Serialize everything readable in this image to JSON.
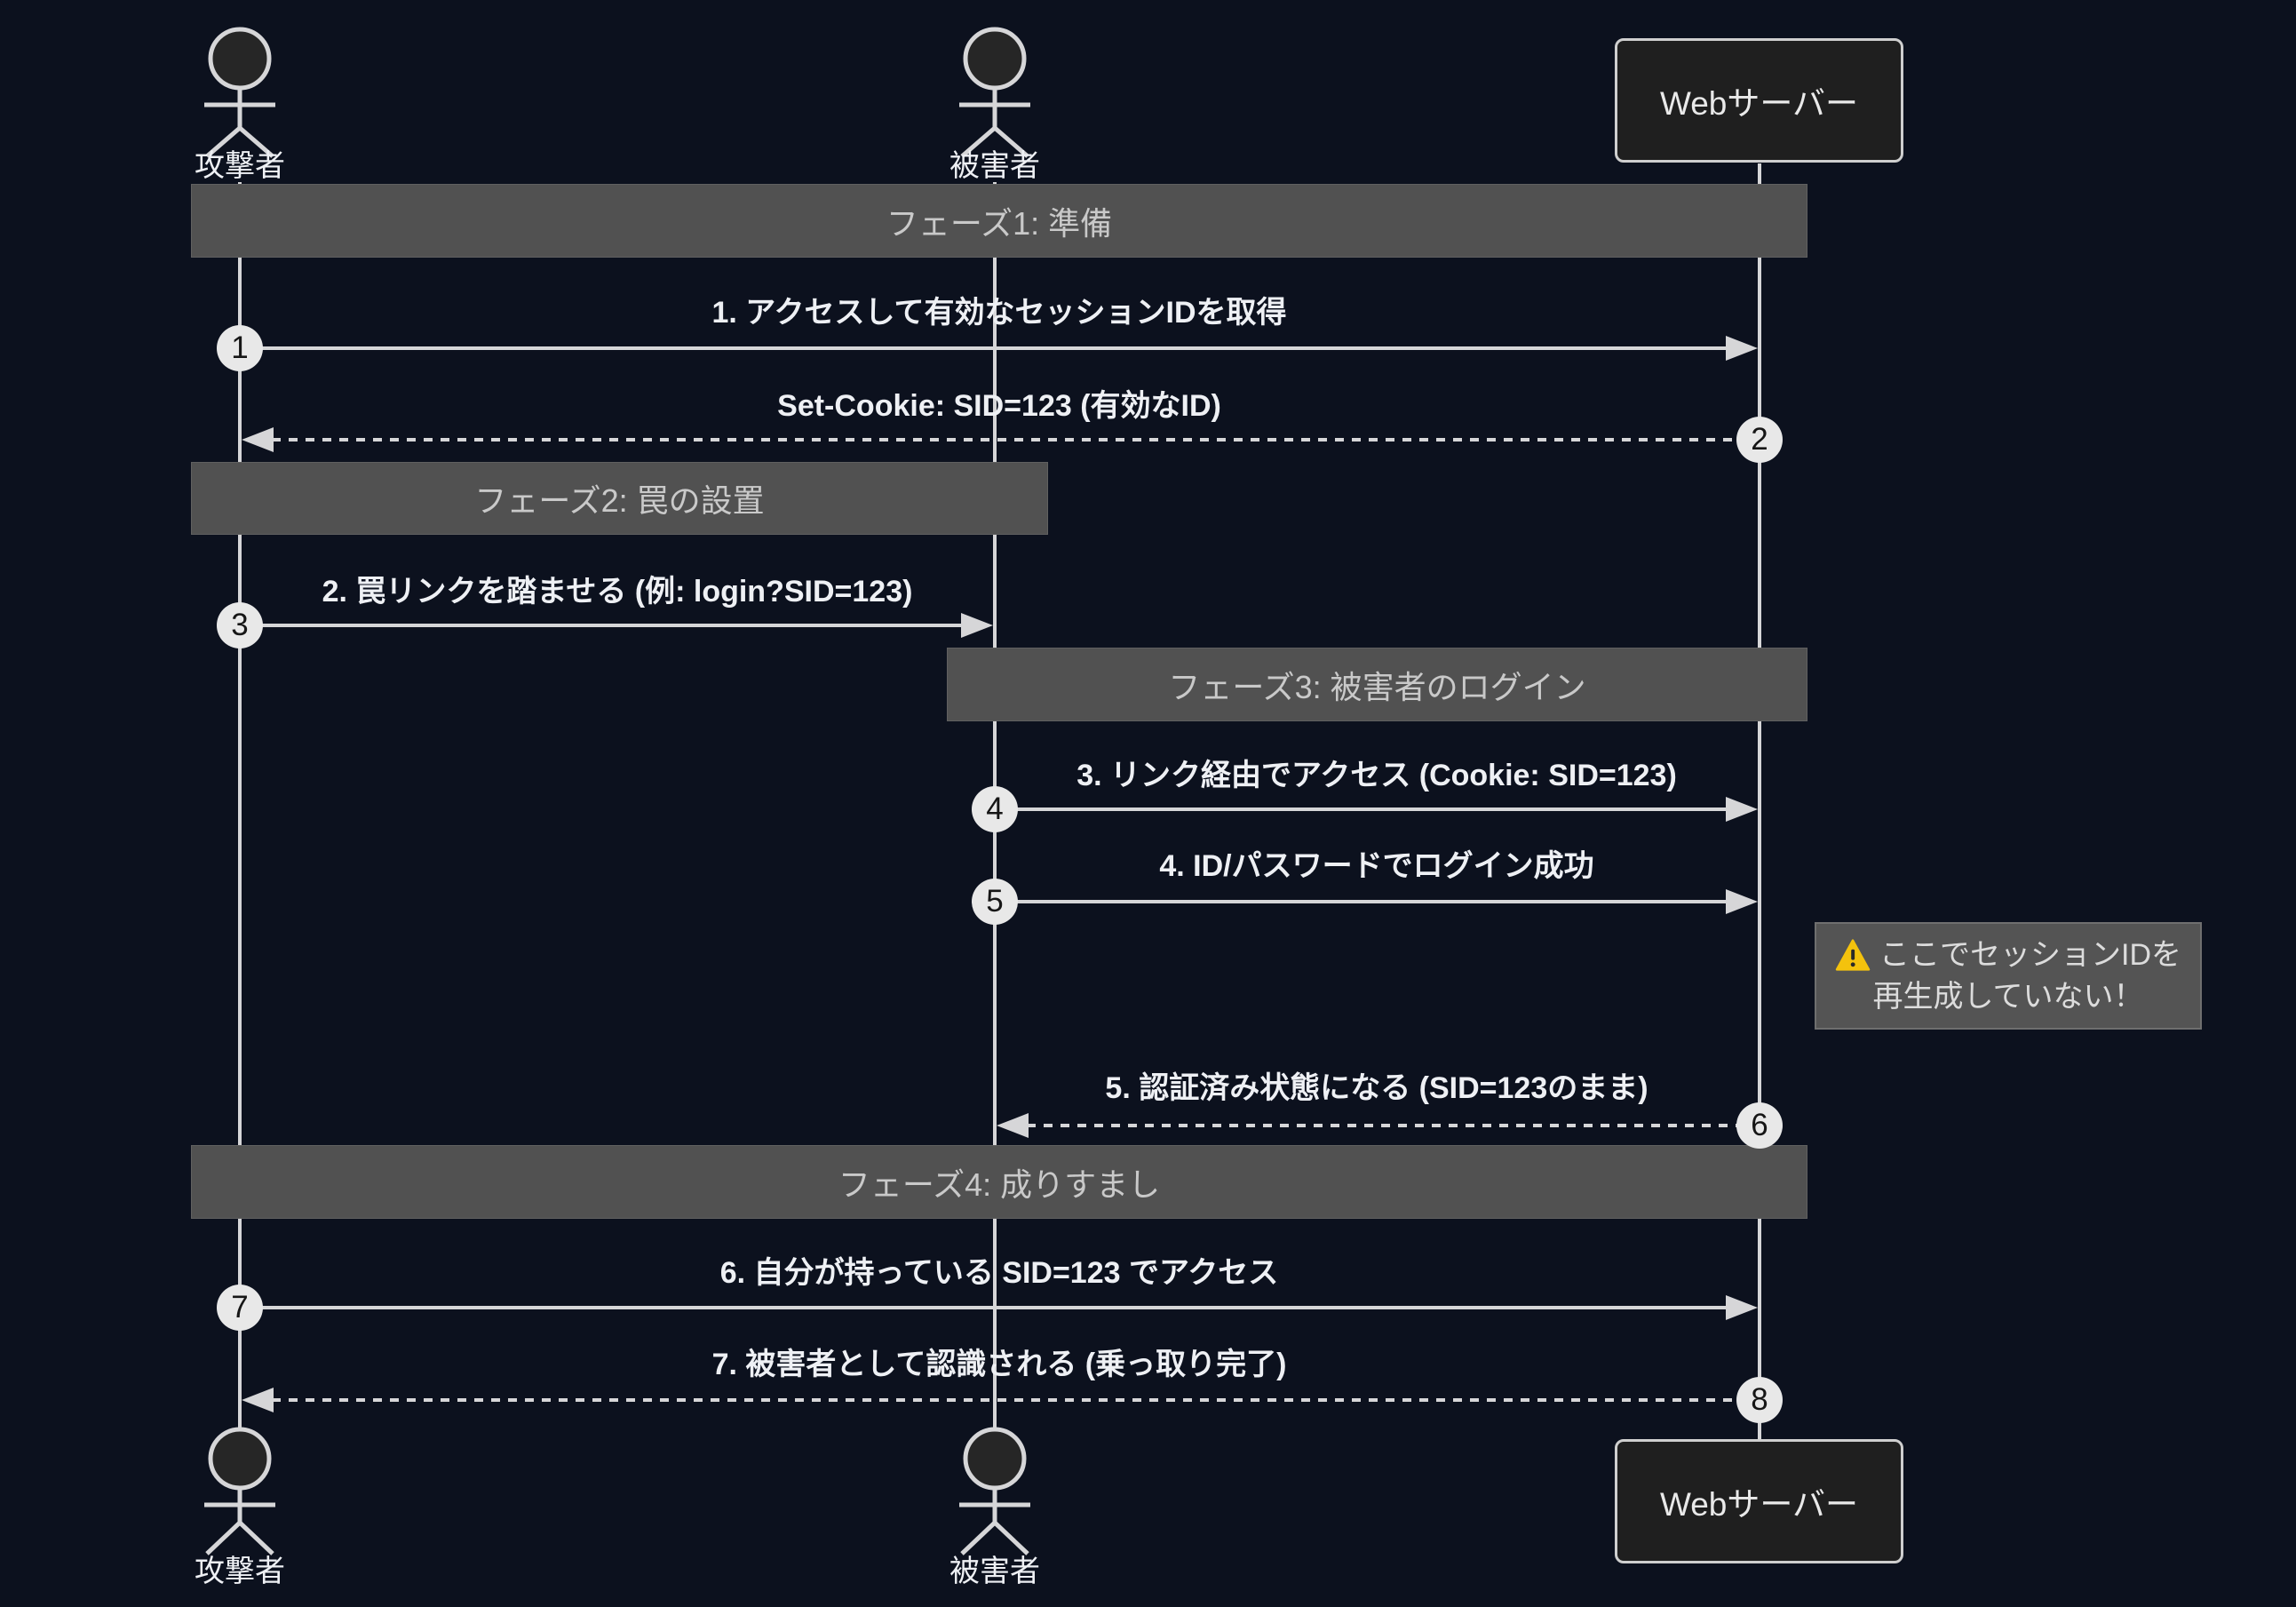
{
  "diagram_type": "sequence-diagram",
  "actors": [
    {
      "id": "attacker",
      "label": "攻撃者",
      "kind": "stick-figure"
    },
    {
      "id": "victim",
      "label": "被害者",
      "kind": "stick-figure"
    },
    {
      "id": "server",
      "label": "Webサーバー",
      "kind": "box"
    }
  ],
  "phases": [
    {
      "label": "フェーズ1: 準備"
    },
    {
      "label": "フェーズ2: 罠の設置"
    },
    {
      "label": "フェーズ3: 被害者のログイン"
    },
    {
      "label": "フェーズ4: 成りすまし"
    }
  ],
  "messages": [
    {
      "seq": "1",
      "text": "1. アクセスして有効なセッションIDを取得",
      "from": "攻撃者",
      "to": "Webサーバー",
      "line": "solid"
    },
    {
      "seq": "2",
      "text": "Set-Cookie: SID=123 (有効なID)",
      "from": "Webサーバー",
      "to": "攻撃者",
      "line": "dashed"
    },
    {
      "seq": "3",
      "text": "2. 罠リンクを踏ませる (例: login?SID=123)",
      "from": "攻撃者",
      "to": "被害者",
      "line": "solid"
    },
    {
      "seq": "4",
      "text": "3. リンク経由でアクセス (Cookie: SID=123)",
      "from": "被害者",
      "to": "Webサーバー",
      "line": "solid"
    },
    {
      "seq": "5",
      "text": "4. ID/パスワードでログイン成功",
      "from": "被害者",
      "to": "Webサーバー",
      "line": "solid"
    },
    {
      "seq": "6",
      "text": "5. 認証済み状態になる (SID=123のまま)",
      "from": "Webサーバー",
      "to": "被害者",
      "line": "dashed"
    },
    {
      "seq": "7",
      "text": "6. 自分が持っている SID=123 でアクセス",
      "from": "攻撃者",
      "to": "Webサーバー",
      "line": "solid"
    },
    {
      "seq": "8",
      "text": "7. 被害者として認識される (乗っ取り完了)",
      "from": "Webサーバー",
      "to": "攻撃者",
      "line": "dashed"
    }
  ],
  "note": {
    "icon": "warning-icon",
    "line1": "ここでセッションIDを",
    "line2": "再生成していない！"
  },
  "colors": {
    "background": "#0c111e",
    "phase_band": "#515151",
    "note_fill": "#545454",
    "warning_yellow": "#f4c20d",
    "line": "#d6d6d8",
    "participant_fill": "#1f1f1f",
    "participant_border": "#cfcfcf",
    "seq_circle_fill": "#e8e8e8",
    "text": "#eef0f4"
  }
}
